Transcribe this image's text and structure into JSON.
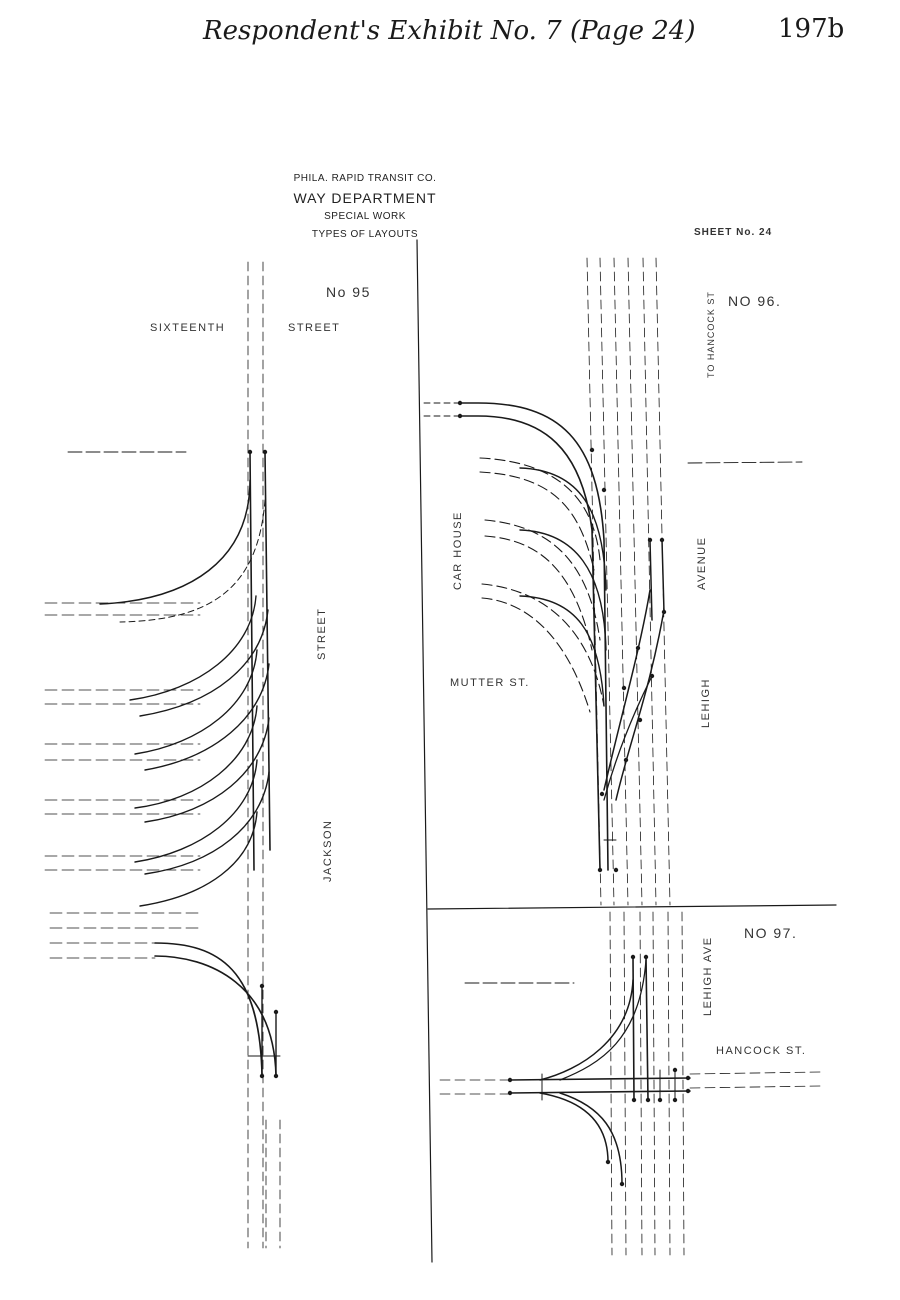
{
  "header": {
    "exhibit_title": "Respondent's Exhibit No. 7 (Page 24)",
    "page_number": "197b"
  },
  "company": {
    "name": "PHILA. RAPID TRANSIT CO.",
    "department": "WAY DEPARTMENT",
    "line3": "SPECIAL WORK",
    "line4": "TYPES OF LAYOUTS"
  },
  "sheet_label": "SHEET No. 24",
  "layouts": {
    "no95": {
      "number": "No 95",
      "street_top_left": "SIXTEENTH",
      "street_top_right": "STREET",
      "street_side_a": "STREET",
      "street_side_b": "JACKSON"
    },
    "no96": {
      "number": "NO 96.",
      "to_hancock": "TO HANCOCK ST",
      "car_house": "CAR HOUSE",
      "mutter": "MUTTER ST.",
      "avenue": "AVENUE",
      "lehigh": "LEHIGH"
    },
    "no97": {
      "number": "NO 97.",
      "lehigh_ave": "LEHIGH AVE",
      "hancock": "HANCOCK ST."
    }
  }
}
